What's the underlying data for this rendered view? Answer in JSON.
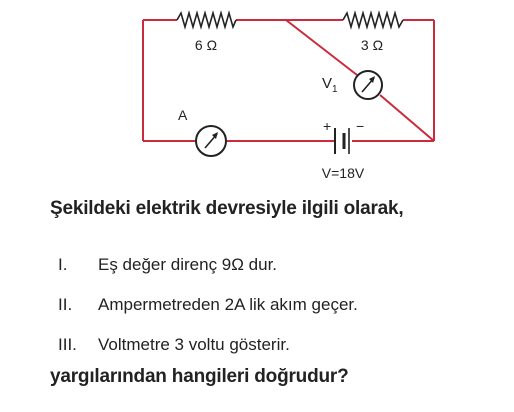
{
  "circuit": {
    "resistor_left": "6 Ω",
    "resistor_right": "3 Ω",
    "voltmeter": "V",
    "voltmeter_sub": "1",
    "ammeter": "A",
    "battery_plus": "+",
    "battery_minus": "−",
    "battery_voltage": "V=18V",
    "colors": {
      "wire": "#cc2a3d",
      "component": "#222222"
    }
  },
  "question": {
    "intro": "Şekildeki elektrik devresiyle ilgili olarak,",
    "statements": [
      {
        "num": "I.",
        "text": "Eş değer direnç 9Ω dur."
      },
      {
        "num": "II.",
        "text": "Ampermetreden 2A lik akım geçer."
      },
      {
        "num": "III.",
        "text": "Voltmetre 3 voltu gösterir."
      }
    ],
    "prompt": "yargılarından hangileri doğrudur?"
  }
}
